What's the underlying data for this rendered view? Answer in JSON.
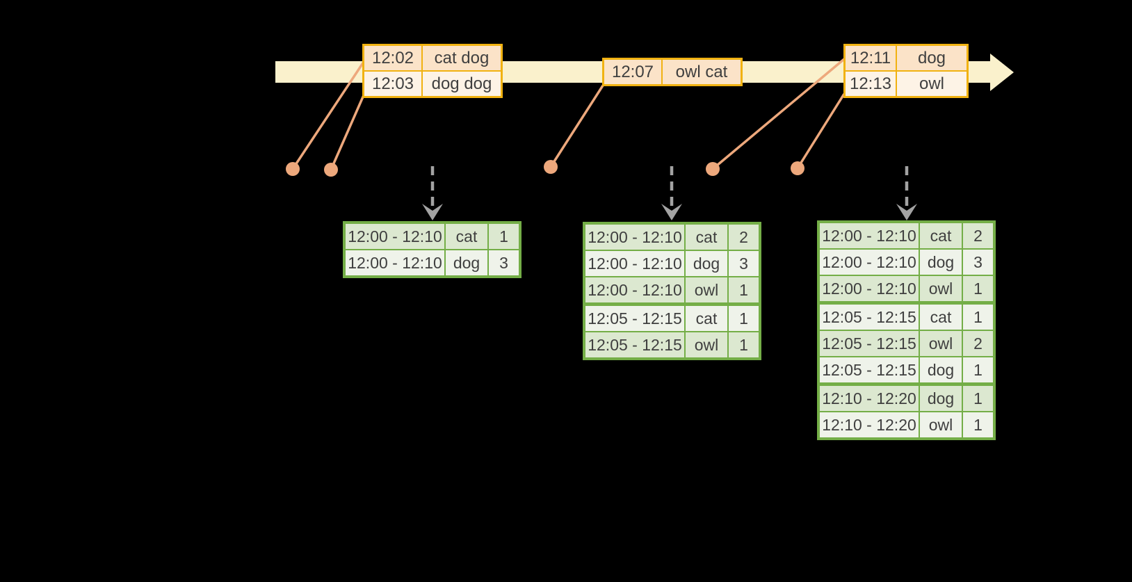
{
  "colors": {
    "background": "#000000",
    "timeline_band": "#FAF1CC",
    "event_border": "#F1B211",
    "event_row_dark": "#FBE3C8",
    "event_row_light": "#FDF3E6",
    "connector": "#EDA87C",
    "result_border": "#74AE47",
    "result_row_dark": "#DCE8D0",
    "result_row_light": "#EFF3EA",
    "flow_arrow": "#A3A3A3",
    "text": "#3F3F3F"
  },
  "event_tables": [
    {
      "rows": [
        {
          "time": "12:02",
          "words": "cat dog"
        },
        {
          "time": "12:03",
          "words": "dog dog"
        }
      ]
    },
    {
      "rows": [
        {
          "time": "12:07",
          "words": "owl cat"
        }
      ]
    },
    {
      "rows": [
        {
          "time": "12:11",
          "words": "dog"
        },
        {
          "time": "12:13",
          "words": "owl"
        }
      ]
    }
  ],
  "result_tables": [
    {
      "rows": [
        {
          "window": "12:00 - 12:10",
          "word": "cat",
          "count": "1"
        },
        {
          "window": "12:00 - 12:10",
          "word": "dog",
          "count": "3"
        }
      ]
    },
    {
      "rows": [
        {
          "window": "12:00 - 12:10",
          "word": "cat",
          "count": "2"
        },
        {
          "window": "12:00 - 12:10",
          "word": "dog",
          "count": "3"
        },
        {
          "window": "12:00 - 12:10",
          "word": "owl",
          "count": "1"
        },
        {
          "window": "12:05 - 12:15",
          "word": "cat",
          "count": "1"
        },
        {
          "window": "12:05 - 12:15",
          "word": "owl",
          "count": "1"
        }
      ]
    },
    {
      "rows": [
        {
          "window": "12:00 - 12:10",
          "word": "cat",
          "count": "2"
        },
        {
          "window": "12:00 - 12:10",
          "word": "dog",
          "count": "3"
        },
        {
          "window": "12:00 - 12:10",
          "word": "owl",
          "count": "1"
        },
        {
          "window": "12:05 - 12:15",
          "word": "cat",
          "count": "1"
        },
        {
          "window": "12:05 - 12:15",
          "word": "owl",
          "count": "2"
        },
        {
          "window": "12:05 - 12:15",
          "word": "dog",
          "count": "1"
        },
        {
          "window": "12:10 - 12:20",
          "word": "dog",
          "count": "1"
        },
        {
          "window": "12:10 - 12:20",
          "word": "owl",
          "count": "1"
        }
      ]
    }
  ]
}
